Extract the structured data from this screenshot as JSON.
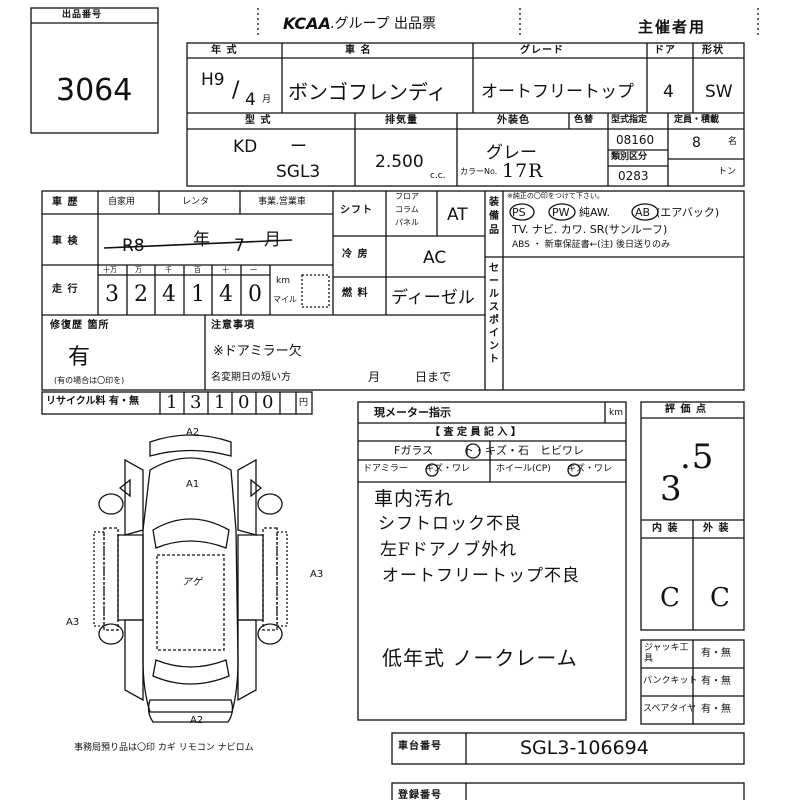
{
  "header": {
    "lot_label": "出品番号",
    "lot_number": "3064",
    "brand": "KCAA",
    "group": ".グループ 出品票",
    "organizer": "主催者用"
  },
  "vehicle": {
    "year_label": "年 式",
    "year_era": "H9",
    "month": "4",
    "month_unit": "月",
    "name_label": "車 名",
    "name": "ボンゴフレンディ",
    "grade_label": "グレード",
    "grade": "オートフリートップ",
    "door_label": "ドア",
    "doors": "4",
    "body_label": "形状",
    "body": "SW",
    "model_label": "型 式",
    "model_prefix": "KD",
    "model_dash": "ー",
    "model_code": "SGL3",
    "displacement_label": "排気量",
    "displacement": "2.500",
    "cc_unit": "c.c.",
    "exterior_color_label": "外装色",
    "exterior_color": "グレー",
    "color_no_label": "カラーNo.",
    "color_no": "17R",
    "paint_label": "色替",
    "model_spec_label": "型式指定",
    "model_spec": "08160",
    "category_label": "類別区分",
    "category": "0283",
    "capacity_label": "定員・積載",
    "capacity": "8",
    "capacity_unit": "名",
    "load_unit": "トン"
  },
  "history": {
    "label": "車 歴",
    "options": [
      "自家用",
      "レンタ",
      "事業.営業車"
    ]
  },
  "inspection": {
    "label": "車 検",
    "era": "R8",
    "year_unit": "年",
    "month": "7",
    "month_unit": "月"
  },
  "mileage": {
    "label": "走 行",
    "units": [
      "十万",
      "万",
      "千",
      "百",
      "十",
      "一"
    ],
    "digits": [
      "3",
      "2",
      "4",
      "1",
      "4",
      "0"
    ],
    "km": "km",
    "mile": "マイル"
  },
  "shift": {
    "label": "シフト",
    "options": [
      "フロア",
      "コラム",
      "パネル"
    ],
    "value": "AT"
  },
  "aircon": {
    "label": "冷 房",
    "value": "AC"
  },
  "fuel": {
    "label": "燃 料",
    "value": "ディーゼル"
  },
  "equipment": {
    "label": "装備品",
    "note": "※純正の〇印をつけて下さい。",
    "row1": [
      "PS",
      "PW",
      "純AW.",
      "AB",
      "(エアバック)"
    ],
    "row2": "TV. ナビ. カワ. SR(サンルーフ)",
    "row3": "ABS ・ 新車保証書←(注) 後日送りのみ"
  },
  "sales_point": {
    "label": "セールスポイント"
  },
  "repair": {
    "label": "修復歴 箇所",
    "value": "有",
    "note": "(有の場合は〇印を)"
  },
  "notes": {
    "label": "注意事項",
    "line1": "※ドアミラー欠",
    "title_change": "名変期日の短い方",
    "month_unit": "月",
    "day_unit": "日まで"
  },
  "recycle": {
    "label": "リサイクル料 有・無",
    "digits": [
      "1",
      "3",
      "1",
      "0",
      "0"
    ],
    "unit": "円"
  },
  "meter": {
    "label": "現メーター指示",
    "unit": "km"
  },
  "inspector": {
    "label": "【 査 定 員 記 入 】",
    "f_glass": "Fガラス",
    "f_glass_opts": "ト・キズ・石",
    "crack": "ヒビワレ",
    "door_mirror": "ドアミラー",
    "door_mirror_opts": "キズ・ワレ",
    "wheel": "ホイール(CP)",
    "wheel_opts": "キズ・ワレ",
    "comments": [
      "車内汚れ",
      "シフトロック不良",
      "左Fドアノブ外れ",
      "オートフリートップ不良",
      "低年式 ノークレーム"
    ]
  },
  "map": {
    "marks": [
      "A2",
      "A1",
      "アゲ",
      "A3",
      "A3",
      "A2"
    ],
    "office_note": "事務局預り品は〇印   カギ  リモコン  ナビロム"
  },
  "grade_box": {
    "label": "評 価 点",
    "score_main": "3",
    "score_sub": ".5",
    "interior_label": "内 装",
    "exterior_label": "外 装",
    "interior": "C",
    "exterior": "C"
  },
  "tools": [
    {
      "name": "ジャッキ工具",
      "value": "有・無"
    },
    {
      "name": "パンクキット",
      "value": "有・無"
    },
    {
      "name": "スペアタイヤ",
      "value": "有・無"
    }
  ],
  "chassis": {
    "label": "車台番号",
    "value": "SGL3-106694"
  },
  "registration": {
    "label": "登録番号"
  }
}
